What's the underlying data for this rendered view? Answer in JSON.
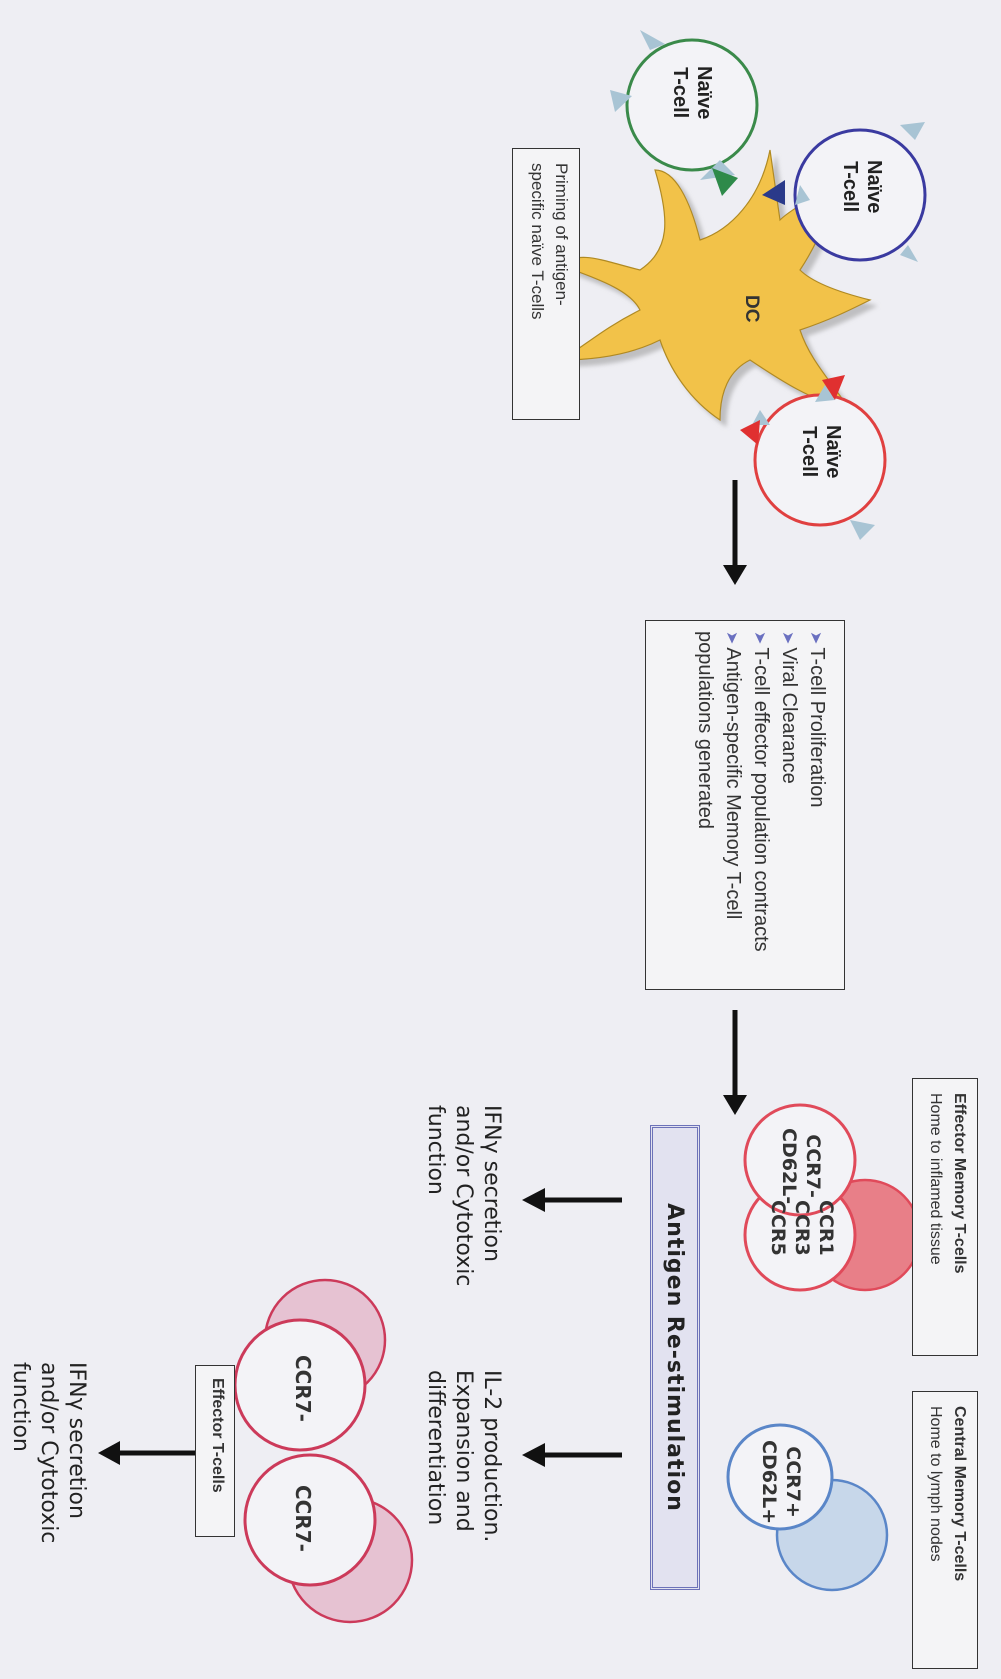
{
  "dc_label": "DC",
  "naive_cells": [
    {
      "line1": "Naïve",
      "line2": "T-cell",
      "color": "#3a8a4a"
    },
    {
      "line1": "Naïve",
      "line2": "T-cell",
      "color": "#3a3aa0"
    },
    {
      "line1": "Naïve",
      "line2": "T-cell",
      "color": "#e04040"
    }
  ],
  "priming_box": {
    "line1": "Priming of antigen-",
    "line2": "specific naïve T-cells"
  },
  "outcomes": [
    "T-cell Proliferation",
    "Viral Clearance",
    "T-cell effector population contracts",
    "Antigen-specific Memory T-cell",
    "populations generated"
  ],
  "effector_memory": {
    "title": "Effector Memory T-cells",
    "subtitle": "Home to inflamed tissue",
    "marker1_a": "CCR7-",
    "marker1_b": "CD62L-",
    "marker2_a": "CCR1",
    "marker2_b": "CCR3",
    "marker2_c": "CCR5"
  },
  "central_memory": {
    "title": "Central Memory T-cells",
    "subtitle": "Home to lymph nodes",
    "marker_a": "CCR7+",
    "marker_b": "CD62L+"
  },
  "restim_label": "Antigen Re-stimulation",
  "ifn_left": {
    "l1": "IFNγ secretion",
    "l2": "and/or Cytotoxic",
    "l3": "function"
  },
  "il2": {
    "l1": "IL-2 production.",
    "l2": "Expansion and",
    "l3": "differentiation"
  },
  "effector_cells": {
    "label": "Effector T-cells",
    "marker1": "CCR7-",
    "marker2": "CCR7-"
  },
  "ifn_bottom": {
    "l1": "IFNγ secretion",
    "l2": "and/or Cytotoxic",
    "l3": "function"
  },
  "colors": {
    "dc_fill": "#f2c24a",
    "effector_red": "#e04a5a",
    "central_blue": "#5a86c8"
  }
}
